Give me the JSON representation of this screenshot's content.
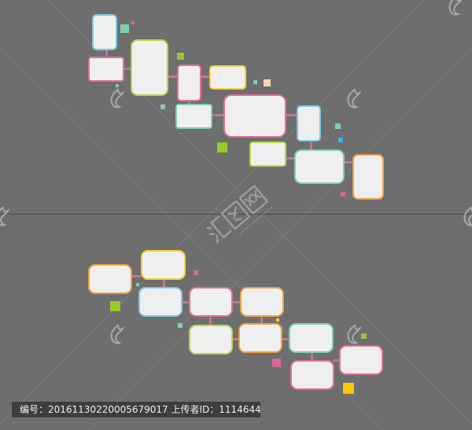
{
  "caption": {
    "text": "编号：20161130220005679017 上传者ID：1114644"
  },
  "colors": {
    "background": "#6e6e6e",
    "frame_fill": "#efefef",
    "connector": "#c07890",
    "border_blue": "#7fc8e8",
    "border_green": "#b6d94a",
    "border_pink": "#e0709a",
    "border_yellow": "#f0d040",
    "border_orange": "#f0a040",
    "accent_green": "#9bc62c",
    "accent_mint": "#7fd0b0",
    "accent_cyan": "#30b8e0",
    "accent_pink": "#d86898",
    "accent_peach": "#f8d8a8",
    "accent_yellow": "#f8c800"
  },
  "watermark": {
    "logo_text": "汇图网",
    "url_text": "www.huitu.com",
    "icon": "huitu-flame-icon"
  }
}
